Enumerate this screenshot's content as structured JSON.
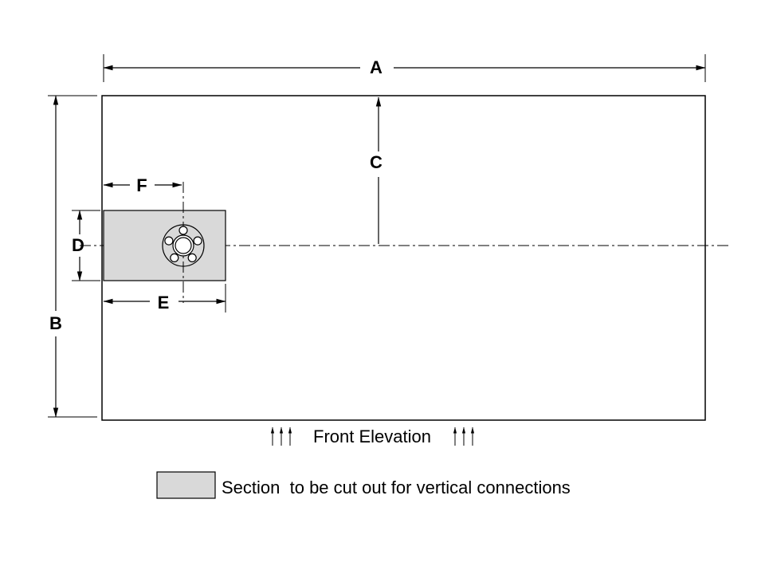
{
  "diagram": {
    "title_hint": "Front Elevation engineering drawing",
    "dim_labels": {
      "A": "A",
      "B": "B",
      "C": "C",
      "D": "D",
      "E": "E",
      "F": "F"
    },
    "front_elevation": {
      "label": "Front Elevation"
    },
    "legend": {
      "text": "Section  to be cut out for vertical connections"
    },
    "colors": {
      "section_fill": "#d9d9d9",
      "line": "#000000"
    }
  }
}
